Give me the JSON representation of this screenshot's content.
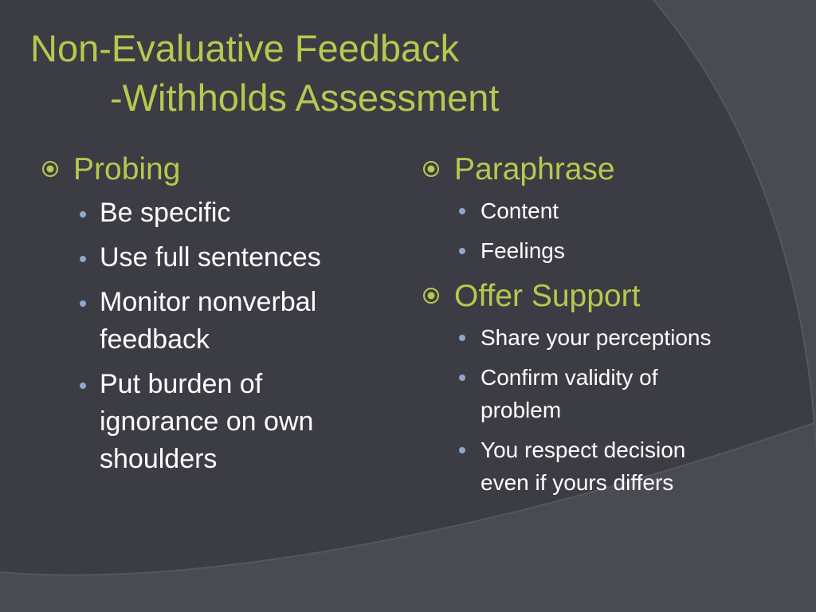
{
  "slide": {
    "title_line1": "Non-Evaluative Feedback",
    "title_line2": "-Withholds Assessment",
    "colors": {
      "background": "#3c3c44",
      "title": "#b7c84e",
      "heading": "#b7c84e",
      "body_text": "#ffffff",
      "sub_bullet": "#8fa6cc"
    },
    "heading_icon": "circled-dot-icon",
    "left": {
      "heading": "Probing",
      "items": [
        "Be specific",
        "Use full sentences",
        "Monitor nonverbal feedback",
        "Put burden of ignorance on own shoulders"
      ]
    },
    "right": {
      "sections": [
        {
          "heading": "Paraphrase",
          "items": [
            "Content",
            "Feelings"
          ]
        },
        {
          "heading": "Offer Support",
          "items": [
            "Share your perceptions",
            "Confirm validity of problem",
            "You respect decision even if yours differs"
          ]
        }
      ]
    }
  }
}
